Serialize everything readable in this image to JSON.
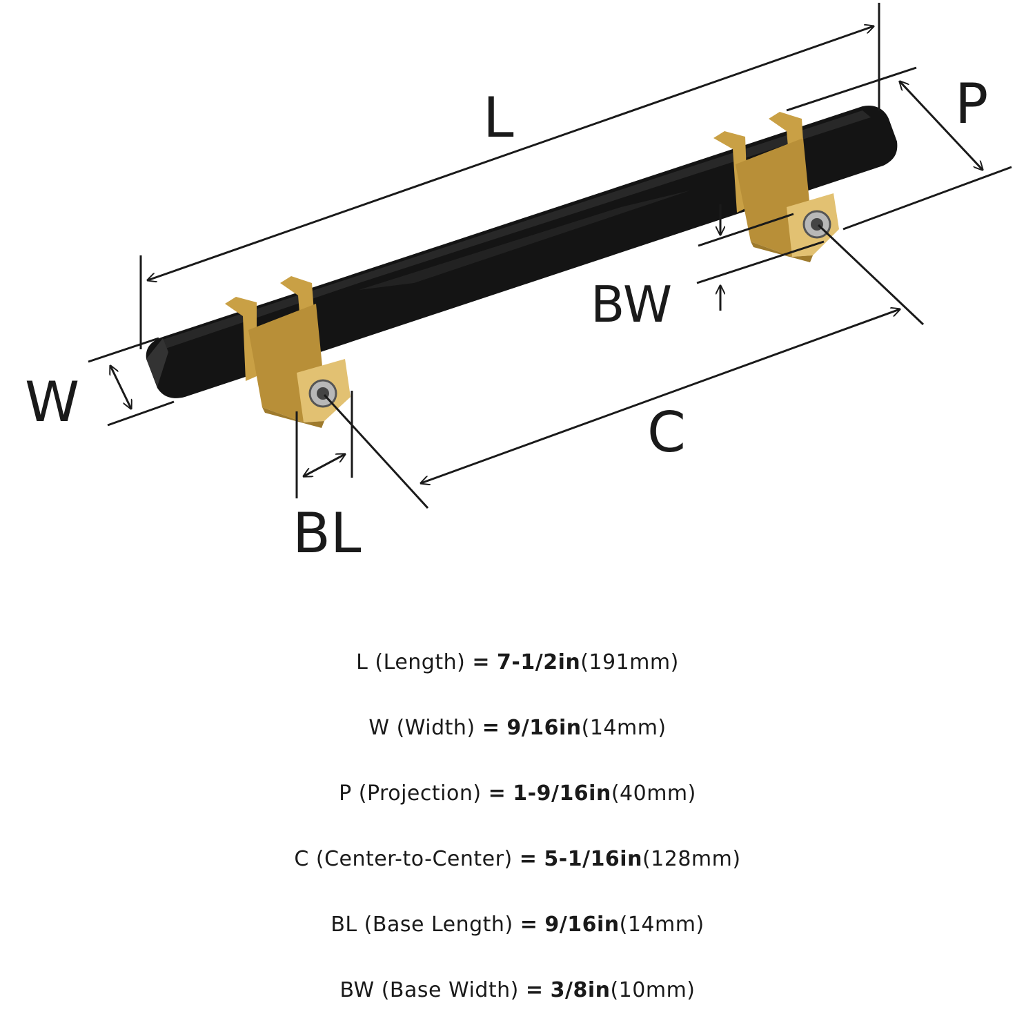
{
  "diagram": {
    "labels": {
      "L": "L",
      "P": "P",
      "W": "W",
      "BW": "BW",
      "C": "C",
      "BL": "BL"
    },
    "colors": {
      "handle": "#141414",
      "handle_facet": "#262626",
      "post": "#c9a045",
      "post_dark": "#9e7a2c",
      "post_light": "#e2c172",
      "screw": "#b8b8b8",
      "line": "#1a1a1a"
    }
  },
  "specs": [
    {
      "code": "L",
      "name": "(Length)",
      "eq": "=",
      "imperial": "7-1/2in",
      "metric": "(191mm)"
    },
    {
      "code": "W",
      "name": "(Width)",
      "eq": "=",
      "imperial": "9/16in",
      "metric": "(14mm)"
    },
    {
      "code": "P",
      "name": "(Projection)",
      "eq": "=",
      "imperial": "1-9/16in",
      "metric": "(40mm)"
    },
    {
      "code": "C",
      "name": "(Center-to-Center)",
      "eq": "=",
      "imperial": "5-1/16in",
      "metric": "(128mm)"
    },
    {
      "code": "BL",
      "name": "(Base Length)",
      "eq": "=",
      "imperial": "9/16in",
      "metric": "(14mm)"
    },
    {
      "code": "BW",
      "name": "(Base Width)",
      "eq": "=",
      "imperial": "3/8in",
      "metric": "(10mm)"
    }
  ]
}
